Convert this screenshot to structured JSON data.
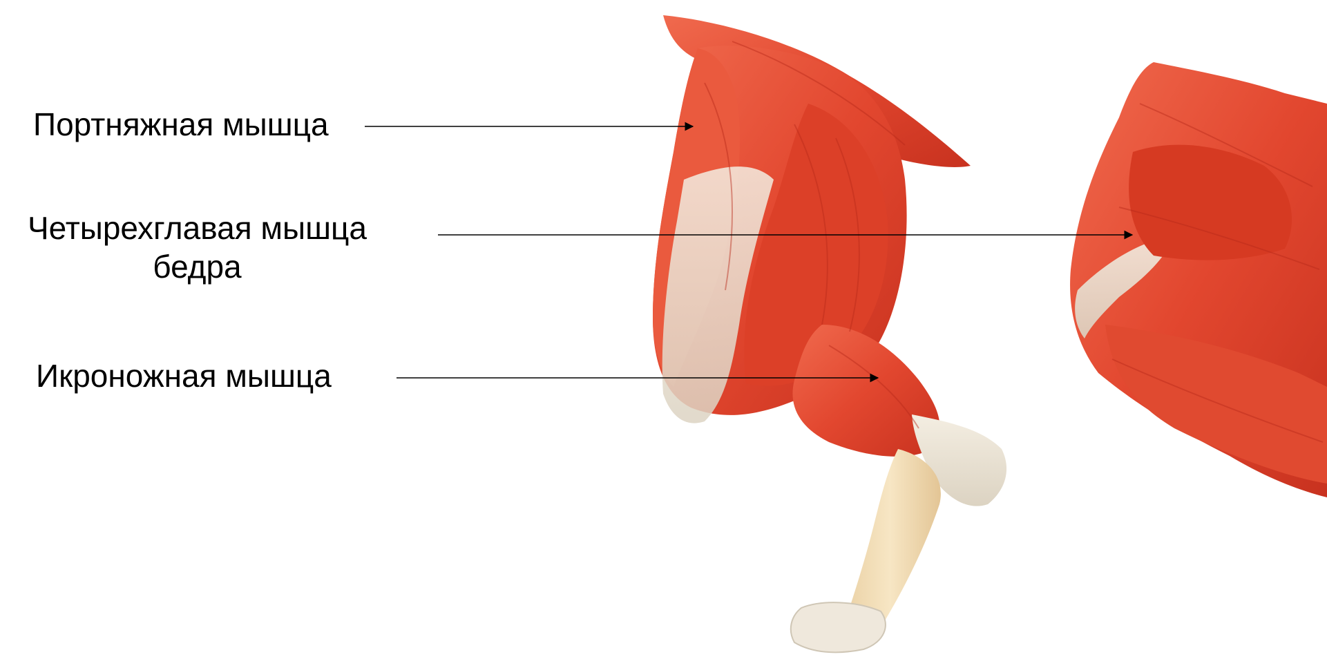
{
  "labels": {
    "sartorius": "Портняжная мышца",
    "quadriceps_line1": "Четырехглавая мышца",
    "quadriceps_line2": "бедра",
    "gastrocnemius": "Икроножная мышца"
  },
  "colors": {
    "background": "#ffffff",
    "text": "#000000",
    "leader_line": "#000000",
    "muscle_red": "#e2472f",
    "muscle_dark": "#b92a1a",
    "tendon": "#ece6da",
    "bone": "#f2dcb4"
  },
  "illustration": {
    "subject": "hind-leg-muscle-anatomy",
    "views": 2
  }
}
